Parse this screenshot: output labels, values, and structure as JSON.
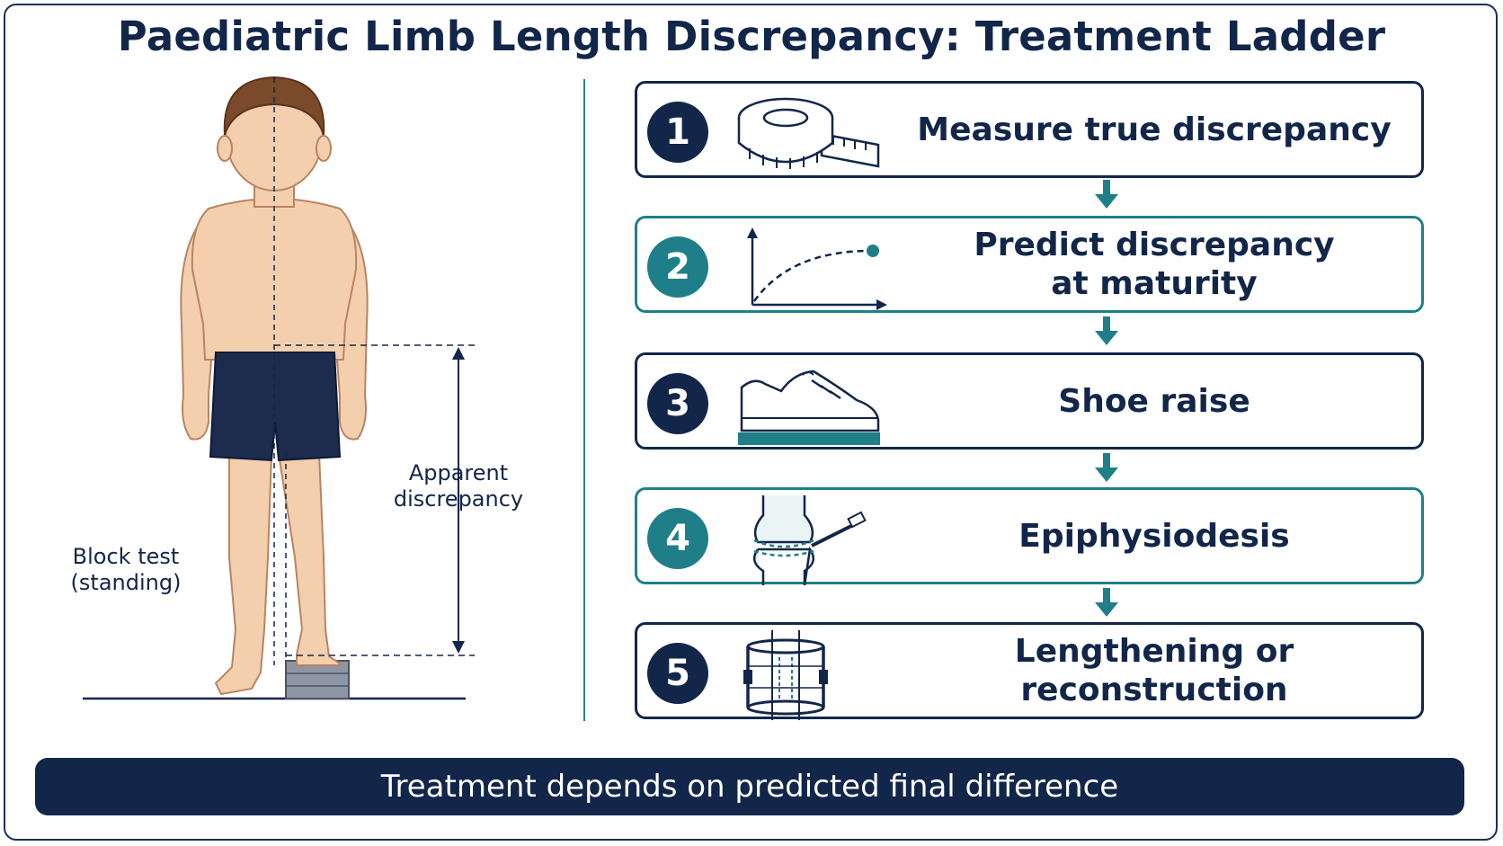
{
  "title": "Paediatric Limb Length Discrepancy: Treatment Ladder",
  "figure": {
    "apparent_label_line1": "Apparent",
    "apparent_label_line2": "discrepancy",
    "block_label_line1": "Block test",
    "block_label_line2": "(standing)"
  },
  "steps": [
    {
      "number": "1",
      "line1": "Measure true discrepancy",
      "line2": "",
      "icon": "tape-measure-icon"
    },
    {
      "number": "2",
      "line1": "Predict discrepancy",
      "line2": "at maturity",
      "icon": "growth-curve-icon"
    },
    {
      "number": "3",
      "line1": "Shoe raise",
      "line2": "",
      "icon": "shoe-raise-icon"
    },
    {
      "number": "4",
      "line1": "Epiphysiodesis",
      "line2": "",
      "icon": "knee-joint-icon"
    },
    {
      "number": "5",
      "line1": "Lengthening or",
      "line2": "reconstruction",
      "icon": "external-fixator-icon"
    }
  ],
  "footer": "Treatment depends on predicted final difference",
  "colors": {
    "navy": "#12264a",
    "teal": "#1f7f88",
    "skin": "#f3cfae",
    "shorts": "#1d2b4f",
    "hair": "#7a4a2a"
  }
}
